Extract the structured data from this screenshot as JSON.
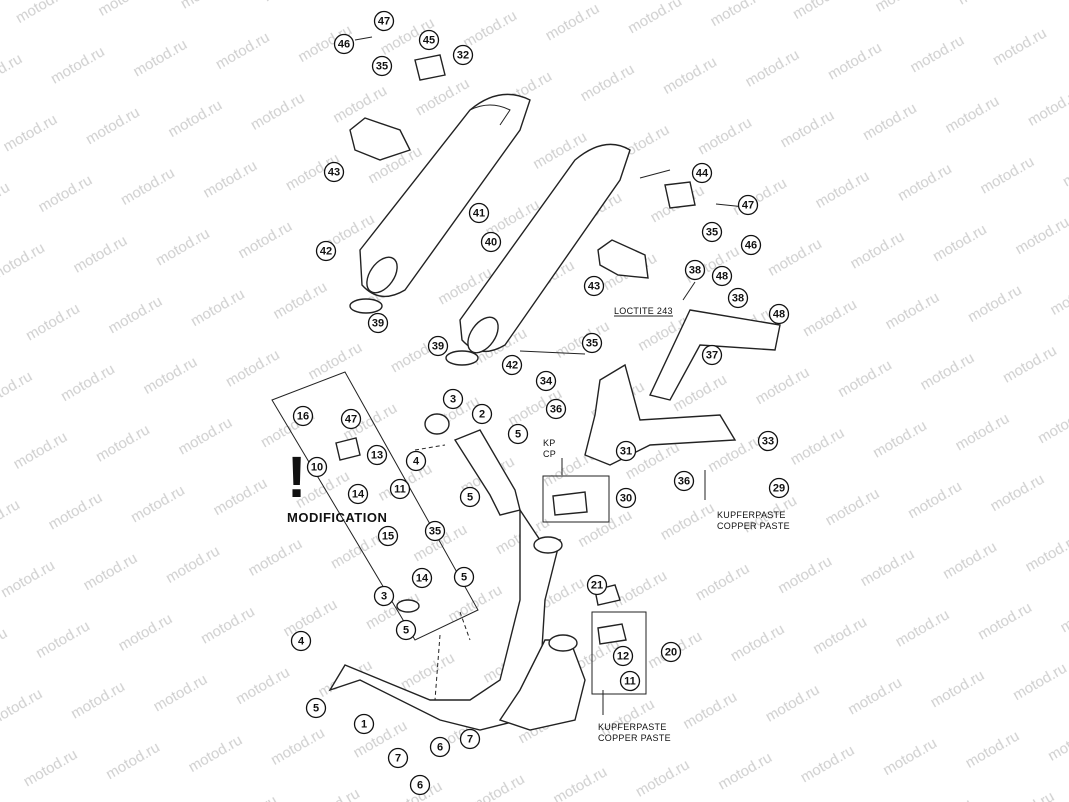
{
  "diagram": {
    "callouts": [
      "47",
      "46",
      "45",
      "32",
      "35",
      "43",
      "41",
      "40",
      "42",
      "39",
      "44",
      "47",
      "35",
      "46",
      "38",
      "48",
      "43",
      "38",
      "48",
      "37",
      "35",
      "39",
      "42",
      "34",
      "36",
      "31",
      "33",
      "29",
      "36",
      "30",
      "3",
      "2",
      "5",
      "4",
      "5",
      "16",
      "47",
      "10",
      "13",
      "14",
      "11",
      "15",
      "35",
      "14",
      "5",
      "3",
      "5",
      "4",
      "5",
      "1",
      "7",
      "6",
      "7",
      "6",
      "21",
      "20",
      "12",
      "11"
    ],
    "labels": {
      "loctite": "LOCTITE 243",
      "kp": "KP",
      "cp": "CP",
      "copper_de_1": "KUPFERPASTE",
      "copper_en_1": "COPPER PASTE",
      "copper_de_2": "KUPFERPASTE",
      "copper_en_2": "COPPER PASTE",
      "modification": "MODIFICATION",
      "exclamation": "!"
    }
  }
}
